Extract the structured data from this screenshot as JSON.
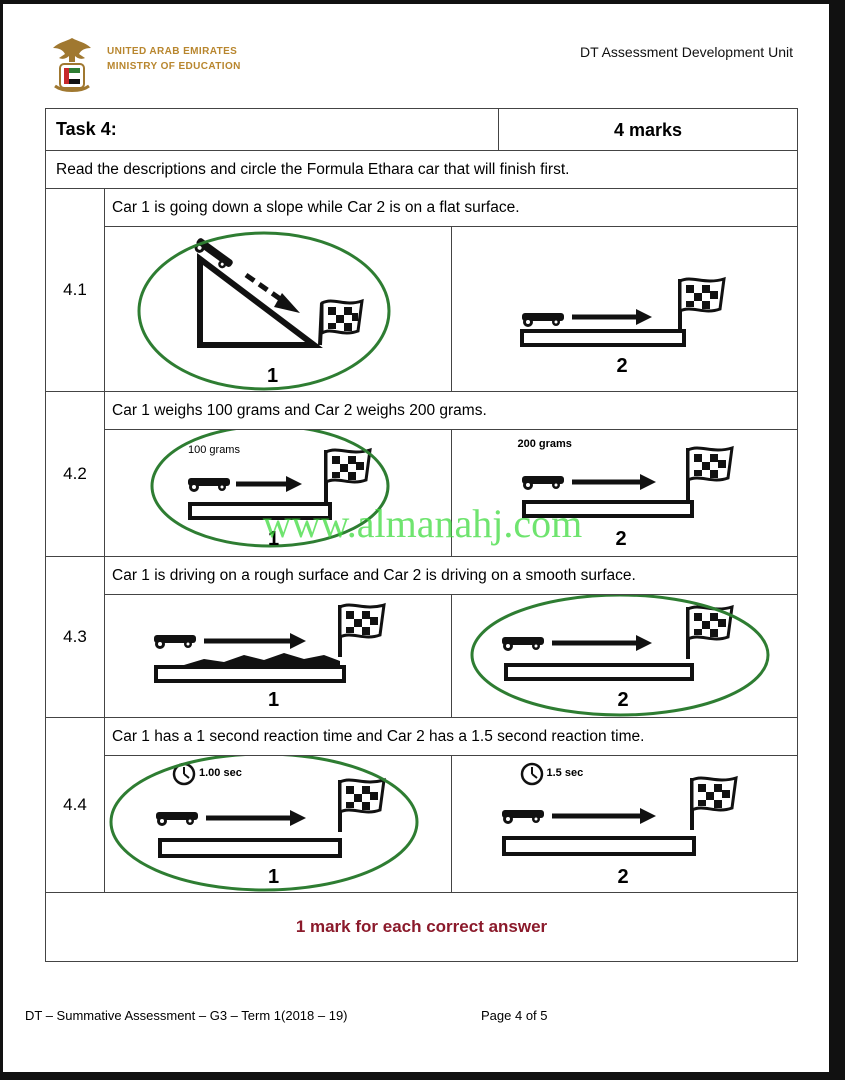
{
  "header": {
    "ministry_line1": "UNITED ARAB EMIRATES",
    "ministry_line2": "MINISTRY OF EDUCATION",
    "unit": "DT Assessment Development Unit",
    "logo_icon": "uae-emblem-icon"
  },
  "task": {
    "title": "Task 4:",
    "marks": "4 marks",
    "instruction": "Read the descriptions and circle the Formula Ethara car that will finish first."
  },
  "questions": [
    {
      "number": "4.1",
      "description": "Car 1 is going down a slope while Car 2 is on a flat surface.",
      "car1_label": "1",
      "car2_label": "2",
      "circled": "1"
    },
    {
      "number": "4.2",
      "description": "Car 1 weighs 100 grams and Car 2 weighs 200 grams.",
      "car1_label": "1",
      "car2_label": "2",
      "car1_note": "100 grams",
      "car2_note": "200 grams",
      "circled": "1"
    },
    {
      "number": "4.3",
      "description": "Car 1 is driving on a rough surface and Car 2 is driving on a smooth surface.",
      "car1_label": "1",
      "car2_label": "2",
      "circled": "2"
    },
    {
      "number": "4.4",
      "description": "Car 1 has a 1 second reaction time and Car 2 has a 1.5 second reaction time.",
      "car1_label": "1",
      "car2_label": "2",
      "car1_note": "1.00 sec",
      "car2_note": "1.5 sec",
      "circled": "1"
    }
  ],
  "mark_scheme": "1 mark for each correct answer",
  "footer": {
    "left": "DT – Summative Assessment – G3 – Term 1(2018 – 19)",
    "right": "Page 4 of 5"
  },
  "watermark": "www.almanahj.com",
  "colors": {
    "circle": "#2e7d32",
    "mark_text": "#8b1a2b",
    "ministry_text": "#b8862e"
  }
}
